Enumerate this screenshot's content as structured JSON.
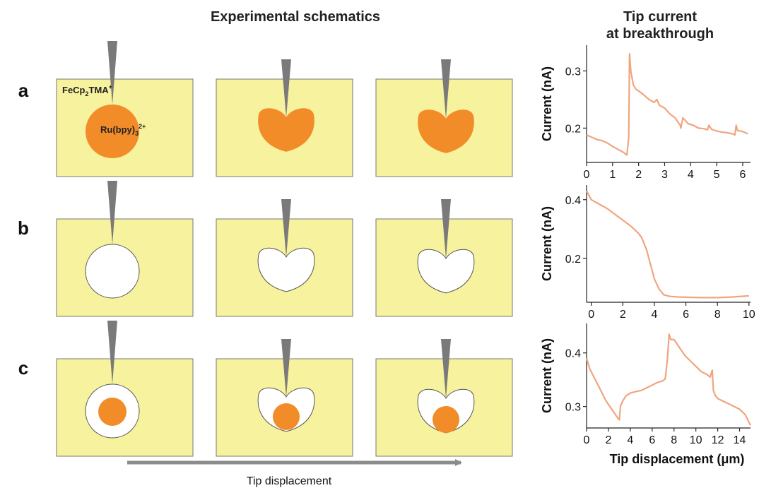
{
  "headers": {
    "schematics_title": "Experimental schematics",
    "tip_current_line1": "Tip current",
    "tip_current_line2": "at breakthrough"
  },
  "rows": [
    {
      "label": "a",
      "cell_type": "orange-filled"
    },
    {
      "label": "b",
      "cell_type": "empty"
    },
    {
      "label": "c",
      "cell_type": "core-shell"
    }
  ],
  "species": {
    "mediator_main": "FeCp",
    "mediator_sub": "2",
    "mediator_tail": "TMA",
    "mediator_sup": "+",
    "dye_main": "Ru(bpy)",
    "dye_sub": "3",
    "dye_sup": "2+"
  },
  "displacement_arrow_label": "Tip displacement",
  "colors": {
    "medium": "#f7f29d",
    "orange": "#f28c28",
    "tip": "#7a7a7a",
    "trace": "#f0a57e",
    "arrow": "#8c8c8c"
  },
  "chart_data": [
    {
      "type": "line",
      "panel": "a",
      "ylabel": "Current (nA)",
      "xlabel": "",
      "xlim": [
        0,
        6.3
      ],
      "ylim": [
        0.14,
        0.345
      ],
      "xticks": [
        "0",
        "1",
        "2",
        "3",
        "4",
        "5",
        "6"
      ],
      "xtick_values": [
        0,
        1,
        2,
        3,
        4,
        5,
        6
      ],
      "yticks": [
        "0.2",
        "0.3"
      ],
      "ytick_values": [
        0.2,
        0.3
      ],
      "x": [
        0,
        0.2,
        0.4,
        0.6,
        0.8,
        1.0,
        1.2,
        1.4,
        1.55,
        1.62,
        1.65,
        1.7,
        1.8,
        1.9,
        2.0,
        2.2,
        2.4,
        2.6,
        2.7,
        2.8,
        3.0,
        3.2,
        3.4,
        3.6,
        3.62,
        3.7,
        3.9,
        4.1,
        4.3,
        4.5,
        4.65,
        4.7,
        4.8,
        5.0,
        5.2,
        5.4,
        5.6,
        5.7,
        5.75,
        5.8,
        6.0,
        6.2
      ],
      "y": [
        0.188,
        0.184,
        0.18,
        0.178,
        0.174,
        0.168,
        0.163,
        0.158,
        0.153,
        0.185,
        0.33,
        0.3,
        0.275,
        0.268,
        0.265,
        0.258,
        0.25,
        0.245,
        0.25,
        0.24,
        0.235,
        0.225,
        0.218,
        0.205,
        0.2,
        0.218,
        0.208,
        0.205,
        0.2,
        0.199,
        0.197,
        0.205,
        0.198,
        0.195,
        0.193,
        0.192,
        0.19,
        0.188,
        0.205,
        0.196,
        0.194,
        0.19
      ]
    },
    {
      "type": "line",
      "panel": "b",
      "ylabel": "Current (nA)",
      "xlabel": "",
      "xlim": [
        -0.3,
        10.1
      ],
      "ylim": [
        0.05,
        0.45
      ],
      "xticks": [
        "0",
        "2",
        "4",
        "6",
        "8",
        "10"
      ],
      "xtick_values": [
        0,
        2,
        4,
        6,
        8,
        10
      ],
      "yticks": [
        "0.2",
        "0.4"
      ],
      "ytick_values": [
        0.2,
        0.4
      ],
      "x": [
        -0.3,
        0,
        0.5,
        1.0,
        1.5,
        2.0,
        2.5,
        3.0,
        3.2,
        3.5,
        3.8,
        4.0,
        4.3,
        4.6,
        5.0,
        5.5,
        6.0,
        7.0,
        8.0,
        9.0,
        10.0
      ],
      "y": [
        0.43,
        0.4,
        0.385,
        0.37,
        0.35,
        0.33,
        0.31,
        0.285,
        0.27,
        0.23,
        0.17,
        0.13,
        0.095,
        0.075,
        0.07,
        0.068,
        0.067,
        0.066,
        0.066,
        0.068,
        0.072
      ]
    },
    {
      "type": "line",
      "panel": "c",
      "ylabel": "Current (nA)",
      "xlabel": "Tip displacement (μm)",
      "xlim": [
        0,
        15
      ],
      "ylim": [
        0.26,
        0.455
      ],
      "xticks": [
        "0",
        "2",
        "4",
        "6",
        "8",
        "10",
        "12",
        "14"
      ],
      "xtick_values": [
        0,
        2,
        4,
        6,
        8,
        10,
        12,
        14
      ],
      "yticks": [
        "0.3",
        "0.4"
      ],
      "ytick_values": [
        0.3,
        0.4
      ],
      "x": [
        0,
        0.3,
        0.8,
        1.3,
        1.8,
        2.3,
        2.8,
        3.0,
        3.1,
        3.3,
        3.6,
        4.0,
        4.5,
        5.0,
        5.5,
        6.0,
        6.5,
        7.0,
        7.2,
        7.4,
        7.55,
        7.7,
        8.0,
        8.5,
        9.0,
        9.5,
        10.0,
        10.5,
        11.0,
        11.3,
        11.5,
        11.6,
        11.8,
        12.0,
        12.5,
        13.0,
        13.5,
        14.0,
        14.5,
        15.0
      ],
      "y": [
        0.39,
        0.37,
        0.35,
        0.33,
        0.31,
        0.295,
        0.28,
        0.275,
        0.3,
        0.31,
        0.32,
        0.325,
        0.328,
        0.33,
        0.335,
        0.34,
        0.345,
        0.348,
        0.352,
        0.39,
        0.435,
        0.425,
        0.425,
        0.41,
        0.395,
        0.385,
        0.375,
        0.365,
        0.36,
        0.355,
        0.368,
        0.33,
        0.32,
        0.315,
        0.31,
        0.305,
        0.3,
        0.295,
        0.285,
        0.265
      ]
    }
  ]
}
